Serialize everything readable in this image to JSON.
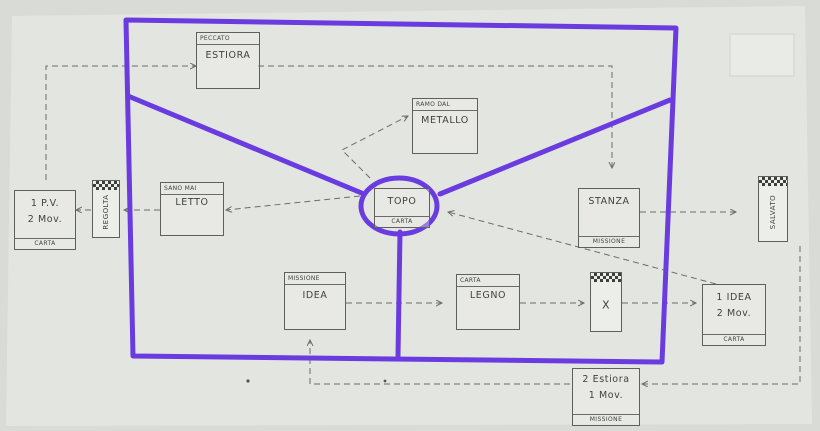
{
  "colors": {
    "paper": "#e3e5e1",
    "ink": "#5e605c",
    "marker": "#6a3ce0"
  },
  "cards": {
    "peccato": {
      "header": "PECCATO",
      "title": "ESTIORA"
    },
    "ramo": {
      "header": "RAMO DAL",
      "title": "METALLO"
    },
    "letto": {
      "header": "SANO MAI",
      "title": "LETTO"
    },
    "topo": {
      "title": "TOPO",
      "footer": "CARTA"
    },
    "stanza": {
      "title": "STANZA",
      "footer": "MISSIONE"
    },
    "idea": {
      "header": "MISSIONE",
      "title": "IDEA"
    },
    "legno": {
      "header": "CARTA",
      "title": "LEGNO"
    },
    "left_card": {
      "line1": "1 P.V.",
      "line2": "2 Mov.",
      "footer": "CARTA"
    },
    "right_card": {
      "line1": "1 IDEA",
      "line2": "2 Mov.",
      "footer": "CARTA"
    },
    "bottom_card": {
      "line1": "2 Estiora",
      "line2": "1 Mov.",
      "footer": "MISSIONE"
    }
  },
  "flags": {
    "left": {
      "text": "REGOLTA"
    },
    "right": {
      "text": "SALVATO"
    },
    "middle": {
      "text": "X"
    }
  },
  "diagram_data": {
    "nodes": [
      "PECCATO ESTIORA",
      "RAMO DAL METALLO",
      "SANO MAI LETTO",
      "TOPO",
      "STANZA",
      "MISSIONE IDEA",
      "CARTA LEGNO",
      "1 P.V. 2 Mov.",
      "1 IDEA 2 Mov.",
      "2 Estiora 1 Mov.",
      "REGOLTA",
      "SALVATO",
      "X"
    ],
    "edges": [
      [
        "PECCATO ESTIORA",
        "STANZA"
      ],
      [
        "1 P.V. 2 Mov.",
        "PECCATO ESTIORA"
      ],
      [
        "TOPO",
        "RAMO DAL METALLO"
      ],
      [
        "TOPO",
        "SANO MAI LETTO"
      ],
      [
        "SANO MAI LETTO",
        "REGOLTA"
      ],
      [
        "REGOLTA",
        "1 P.V. 2 Mov."
      ],
      [
        "STANZA",
        "SALVATO"
      ],
      [
        "1 IDEA 2 Mov.",
        "TOPO"
      ],
      [
        "MISSIONE IDEA",
        "CARTA LEGNO"
      ],
      [
        "CARTA LEGNO",
        "X"
      ],
      [
        "X",
        "1 IDEA 2 Mov."
      ],
      [
        "SALVATO",
        "2 Estiora 1 Mov."
      ],
      [
        "2 Estiora 1 Mov.",
        "MISSIONE IDEA"
      ]
    ]
  }
}
